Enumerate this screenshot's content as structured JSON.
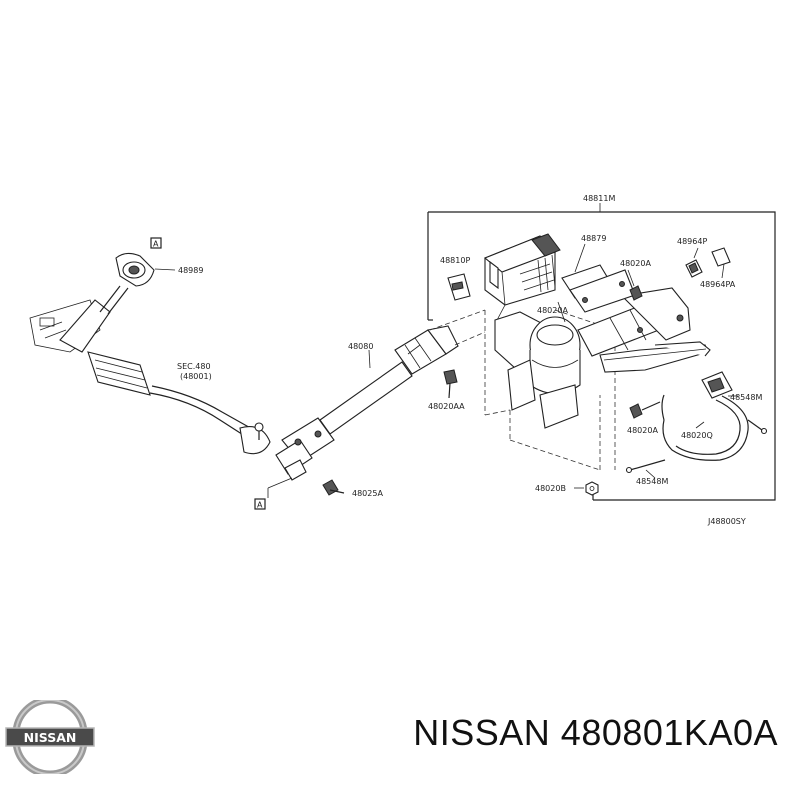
{
  "diagram": {
    "labels": {
      "p48811M": "48811M",
      "p48879": "48879",
      "p48964P": "48964P",
      "p48964PA": "48964PA",
      "p48810P": "48810P",
      "p48020A_1": "48020A",
      "p48020A_2": "48020A",
      "p48020A_3": "48020A",
      "p48020AA": "48020AA",
      "p48989": "48989",
      "p48080": "48080",
      "sec480": "SEC.480",
      "sec480_sub": "(48001)",
      "p48548M_1": "48548M",
      "p48548M_2": "48548M",
      "p48020Q": "48020Q",
      "p48020B": "48020B",
      "p48025A": "48025A",
      "refA_1": "A",
      "refA_2": "A",
      "drawing_code": "J48800SY"
    }
  },
  "brand": {
    "logo_text": "NISSAN",
    "caption": "NISSAN 480801KA0A"
  }
}
